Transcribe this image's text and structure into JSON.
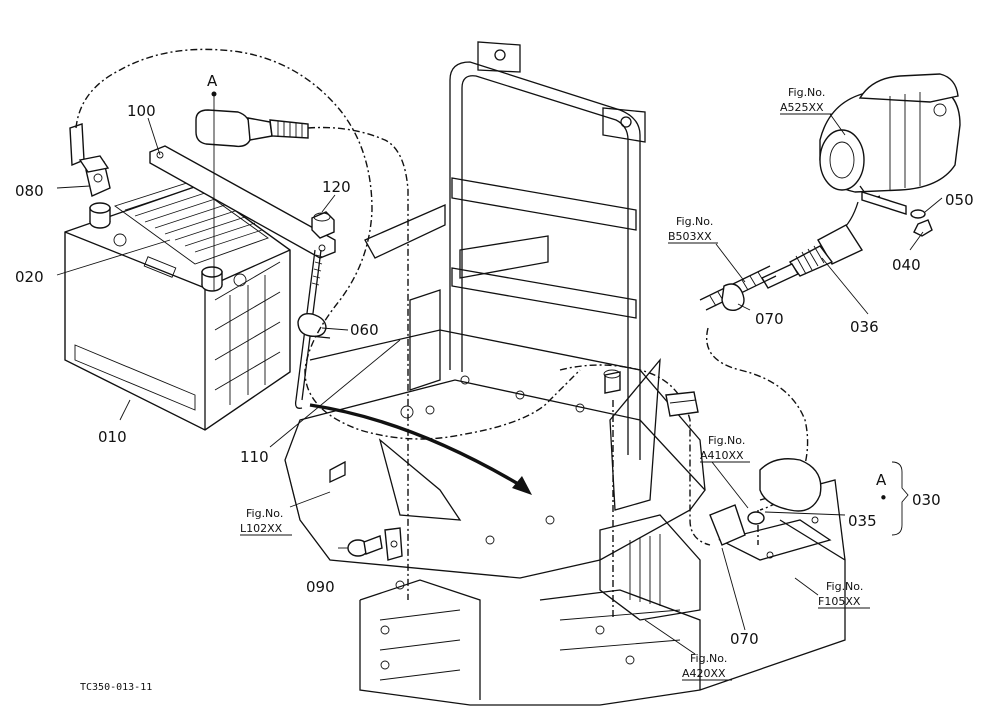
{
  "drawing_code": "TC350-013-11",
  "parts": [
    {
      "id": "p080",
      "label": "080"
    },
    {
      "id": "p100",
      "label": "100"
    },
    {
      "id": "p120",
      "label": "120"
    },
    {
      "id": "p020",
      "label": "020"
    },
    {
      "id": "p060",
      "label": "060"
    },
    {
      "id": "p010",
      "label": "010"
    },
    {
      "id": "p110",
      "label": "110"
    },
    {
      "id": "p090",
      "label": "090"
    },
    {
      "id": "p050",
      "label": "050"
    },
    {
      "id": "p040",
      "label": "040"
    },
    {
      "id": "p070a",
      "label": "070"
    },
    {
      "id": "p036",
      "label": "036"
    },
    {
      "id": "p030",
      "label": "030"
    },
    {
      "id": "p035",
      "label": "035"
    },
    {
      "id": "p070b",
      "label": "070"
    }
  ],
  "callouts": {
    "a_top": "A",
    "a_right": "A",
    "a_right_dot": "•"
  },
  "fig_refs": [
    {
      "line1": "Fig.No.",
      "line2": "A525XX"
    },
    {
      "line1": "Fig.No.",
      "line2": "B503XX"
    },
    {
      "line1": "Fig.No.",
      "line2": "A410XX"
    },
    {
      "line1": "Fig.No.",
      "line2": "L102XX"
    },
    {
      "line1": "Fig.No.",
      "line2": "F105XX"
    },
    {
      "line1": "Fig.No.",
      "line2": "A420XX"
    }
  ]
}
